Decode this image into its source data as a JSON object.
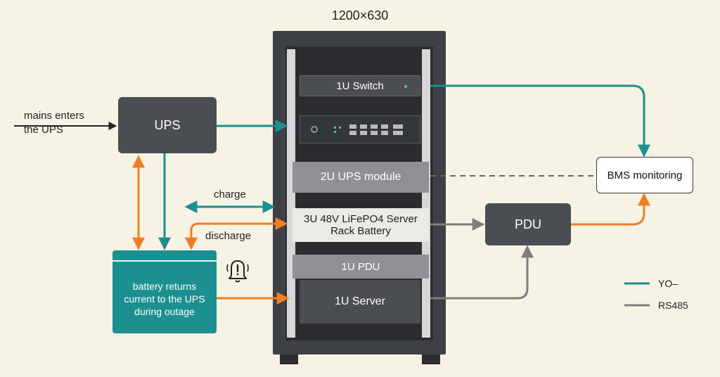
{
  "header": {
    "size_label": "1200×630"
  },
  "nodes": {
    "mains_label": "mains enters\nthe UPS",
    "ups": "UPS",
    "pdu": "PDU",
    "bms": "BMS monitoring",
    "battery_note": "battery returns current to the UPS during outage",
    "charge_label": "charge",
    "discharge_label": "discharge"
  },
  "rack": {
    "switch": "1U Switch",
    "ups_module": "2U UPS module",
    "battery": "3U 48V LiFePO4 Server Rack Battery",
    "pdu_1u": "1U PDU",
    "server": "1U Server"
  },
  "legend": [
    {
      "label": "YO–",
      "color": "#1c9090"
    },
    {
      "label": "RS485",
      "color": "#7e7e7e"
    }
  ],
  "colors": {
    "teal": "#1c9090",
    "orange": "#f07d24",
    "gray": "#7e7e7e",
    "dark": "#4a4d52"
  },
  "icons": {
    "alarm": "alarm-bell-icon"
  }
}
